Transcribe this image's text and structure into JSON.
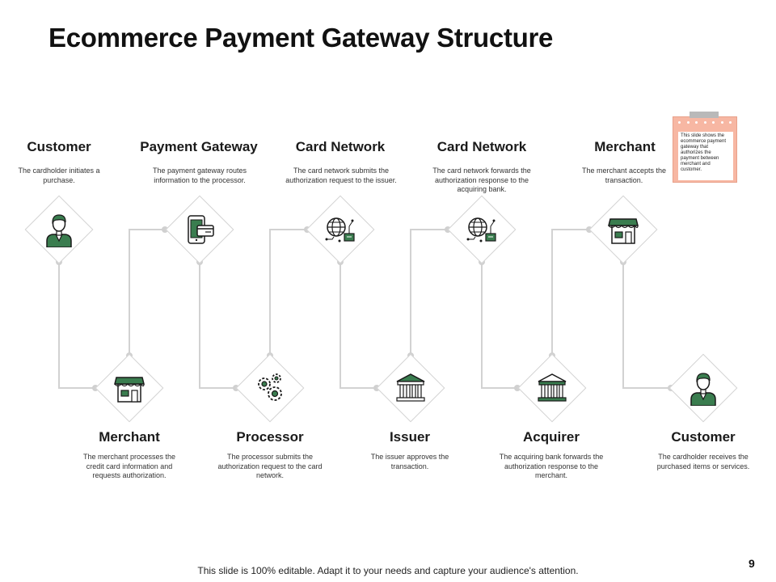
{
  "slide": {
    "title": "Ecommerce Payment Gateway Structure",
    "footer": "This slide is 100% editable. Adapt it to your needs and capture your audience's attention.",
    "page_number": "9",
    "note": "This slide shows the ecommerce payment gateway that authorizes the payment between merchant and customer."
  },
  "stages": [
    {
      "title": "Customer",
      "desc": "The cardholder initiates a purchase.",
      "icon": "customer-icon"
    },
    {
      "title": "Merchant",
      "desc": "The merchant processes the credit card information and requests authorization.",
      "icon": "store-icon"
    },
    {
      "title": "Payment Gateway",
      "desc": "The payment gateway routes information to the processor.",
      "icon": "mobile-payment-icon"
    },
    {
      "title": "Processor",
      "desc": "The processor submits the authorization request to the card network.",
      "icon": "gears-icon"
    },
    {
      "title": "Card Network",
      "desc": "The card network submits the authorization request to the issuer.",
      "icon": "globe-network-icon"
    },
    {
      "title": "Issuer",
      "desc": "The issuer approves the transaction.",
      "icon": "bank-icon"
    },
    {
      "title": "Card Network",
      "desc": "The card network forwards the authorization response to the acquiring bank.",
      "icon": "globe-network-icon"
    },
    {
      "title": "Acquirer",
      "desc": "The acquiring bank forwards the authorization response to the merchant.",
      "icon": "bank-icon"
    },
    {
      "title": "Merchant",
      "desc": "The merchant accepts the transaction.",
      "icon": "store-icon"
    },
    {
      "title": "Customer",
      "desc": "The cardholder receives the purchased items or services.",
      "icon": "customer-icon"
    }
  ],
  "colors": {
    "accent": "#3a7d4f",
    "line": "#d2d2d2",
    "note": "#f7b7a3"
  }
}
